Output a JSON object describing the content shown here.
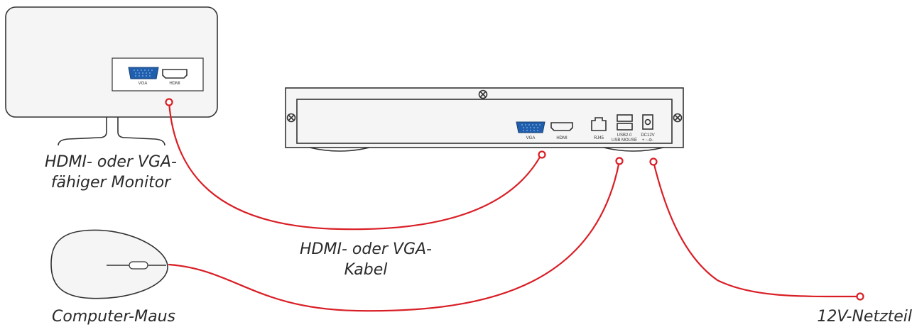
{
  "monitor": {
    "caption": "HDMI- oder VGA- fähiger Monitor",
    "ports": {
      "vga": "VGA",
      "hdmi": "HDMI"
    }
  },
  "recorder": {
    "ports": {
      "vga": "VGA",
      "hdmi": "HDMI",
      "rj45": "RJ45",
      "usb_line1": "USB2.0",
      "usb_line2": "USB MOUSE",
      "dc": "DC12V",
      "dc_polarity": "+ ◦-⊖-"
    }
  },
  "cable": {
    "caption": "HDMI- oder VGA- Kabel"
  },
  "mouse": {
    "caption": "Computer-Maus"
  },
  "power_supply": {
    "caption": "12V-Netzteil"
  },
  "colors": {
    "cable": "#d91f26",
    "vga_port": "#1f5fae",
    "outline": "#333333",
    "device_fill": "#f5f5f5"
  }
}
